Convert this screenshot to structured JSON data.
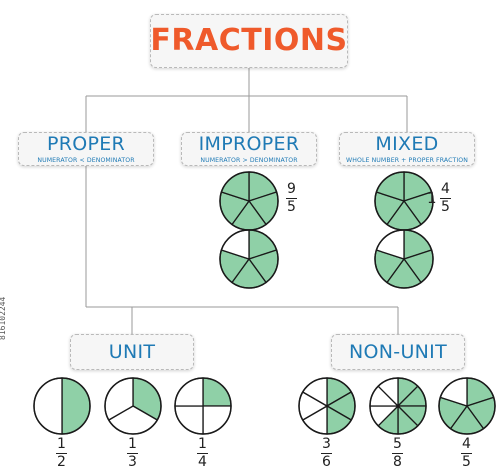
{
  "title": "FRACTIONS",
  "categories": {
    "proper": {
      "label": "PROPER",
      "rule": "NUMERATOR < DENOMINATOR"
    },
    "improper": {
      "label": "IMPROPER",
      "rule": "NUMERATOR > DENOMINATOR"
    },
    "mixed": {
      "label": "MIXED",
      "rule": "WHOLE NUMBER + PROPER FRACTION"
    }
  },
  "proper_types": {
    "unit": {
      "label": "UNIT"
    },
    "nonunit": {
      "label": "NON-UNIT"
    }
  },
  "examples": {
    "improper": {
      "numerator": "9",
      "denominator": "5"
    },
    "mixed": {
      "whole": "1",
      "numerator": "4",
      "denominator": "5"
    },
    "unit": [
      {
        "numerator": "1",
        "denominator": "2"
      },
      {
        "numerator": "1",
        "denominator": "3"
      },
      {
        "numerator": "1",
        "denominator": "4"
      }
    ],
    "nonunit": [
      {
        "numerator": "3",
        "denominator": "6"
      },
      {
        "numerator": "5",
        "denominator": "8"
      },
      {
        "numerator": "4",
        "denominator": "5"
      }
    ]
  },
  "pies": {
    "improper_top": {
      "slices": 5,
      "filled": 5
    },
    "improper_bottom": {
      "slices": 5,
      "filled": 4
    },
    "mixed_top": {
      "slices": 5,
      "filled": 5
    },
    "mixed_bottom": {
      "slices": 5,
      "filled": 4
    },
    "unit_half": {
      "slices": 2,
      "filled": 1
    },
    "unit_third": {
      "slices": 3,
      "filled": 1
    },
    "unit_quarter": {
      "slices": 4,
      "filled": 1
    },
    "nonunit_sixths": {
      "slices": 6,
      "filled": 3
    },
    "nonunit_eighths": {
      "slices": 8,
      "filled": 5
    },
    "nonunit_fifths": {
      "slices": 5,
      "filled": 4
    }
  },
  "watermark_id": "816102244",
  "colors": {
    "title": "#ef5a2b",
    "label": "#1f7ab5",
    "fill": "#8fd0a7",
    "empty": "#ffffff",
    "outline": "#1a1a1a",
    "connector": "#9a9a9a"
  }
}
